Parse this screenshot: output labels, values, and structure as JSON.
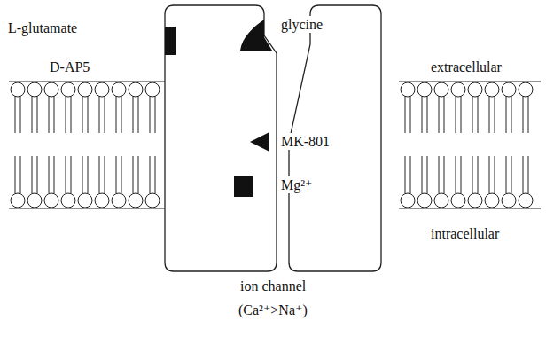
{
  "diagram": {
    "labels": [
      "L-glutamate",
      "D-AP5",
      "glycine",
      "extracellular",
      "MK-801",
      "Mg²⁺",
      "intracellular",
      "ion channel",
      "(Ca²⁺>Na⁺)"
    ]
  }
}
